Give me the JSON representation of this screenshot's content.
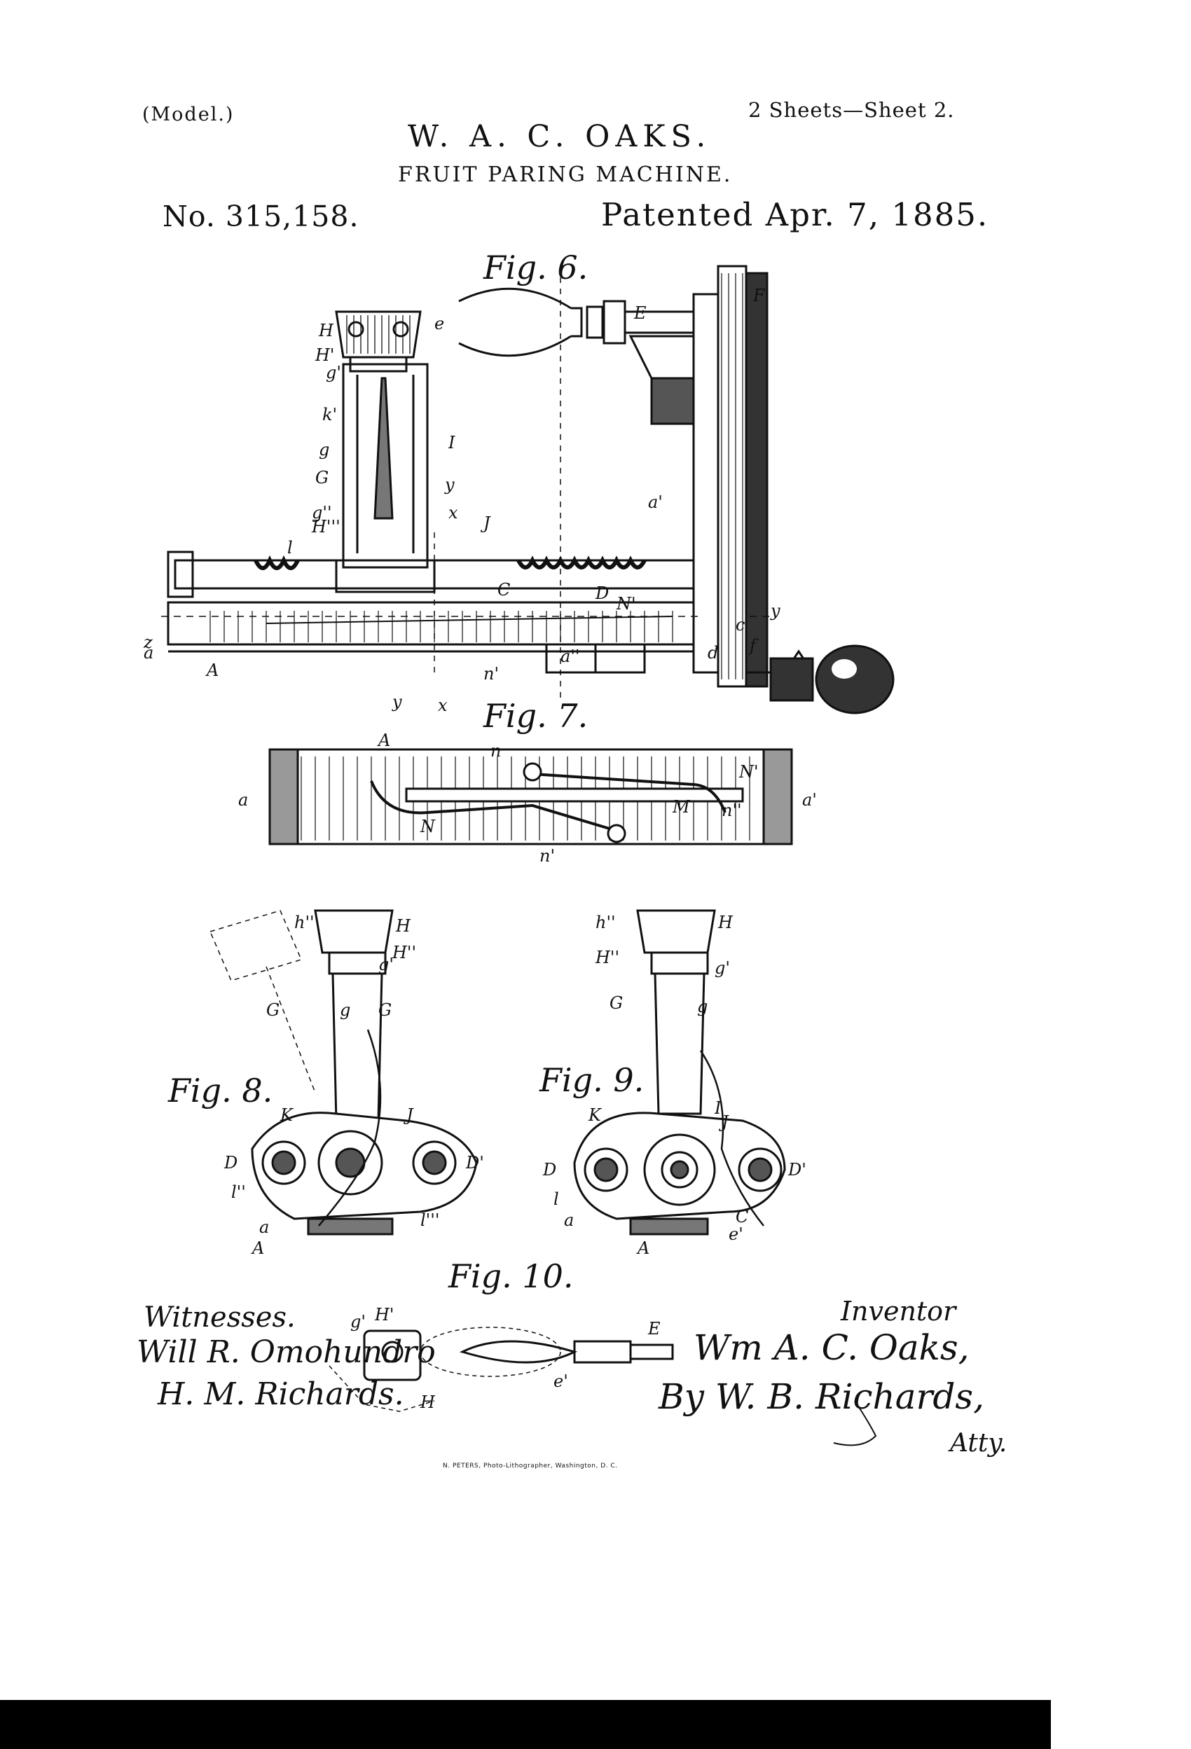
{
  "header": {
    "model": "(Model.)",
    "sheets": "2 Sheets—Sheet 2.",
    "inventor_name": "W. A. C. OAKS.",
    "title": "FRUIT PARING MACHINE.",
    "patent_no": "No. 315,158.",
    "patented": "Patented Apr. 7, 1885."
  },
  "figures": {
    "fig6": "Fig. 6.",
    "fig7": "Fig. 7.",
    "fig8": "Fig. 8.",
    "fig9": "Fig. 9.",
    "fig10": "Fig. 10."
  },
  "witnesses": {
    "label": "Witnesses.",
    "names": [
      "Will R. Omohundro",
      "H. M. Richards."
    ]
  },
  "inventor": {
    "label": "Inventor",
    "signature": "Wm A. C. Oaks,",
    "by": "By W. B. Richards,",
    "atty": "Atty."
  },
  "printer": "N. PETERS, Photo-Lithographer, Washington, D. C.",
  "colors": {
    "ink": "#111111",
    "paper": "#ffffff"
  }
}
